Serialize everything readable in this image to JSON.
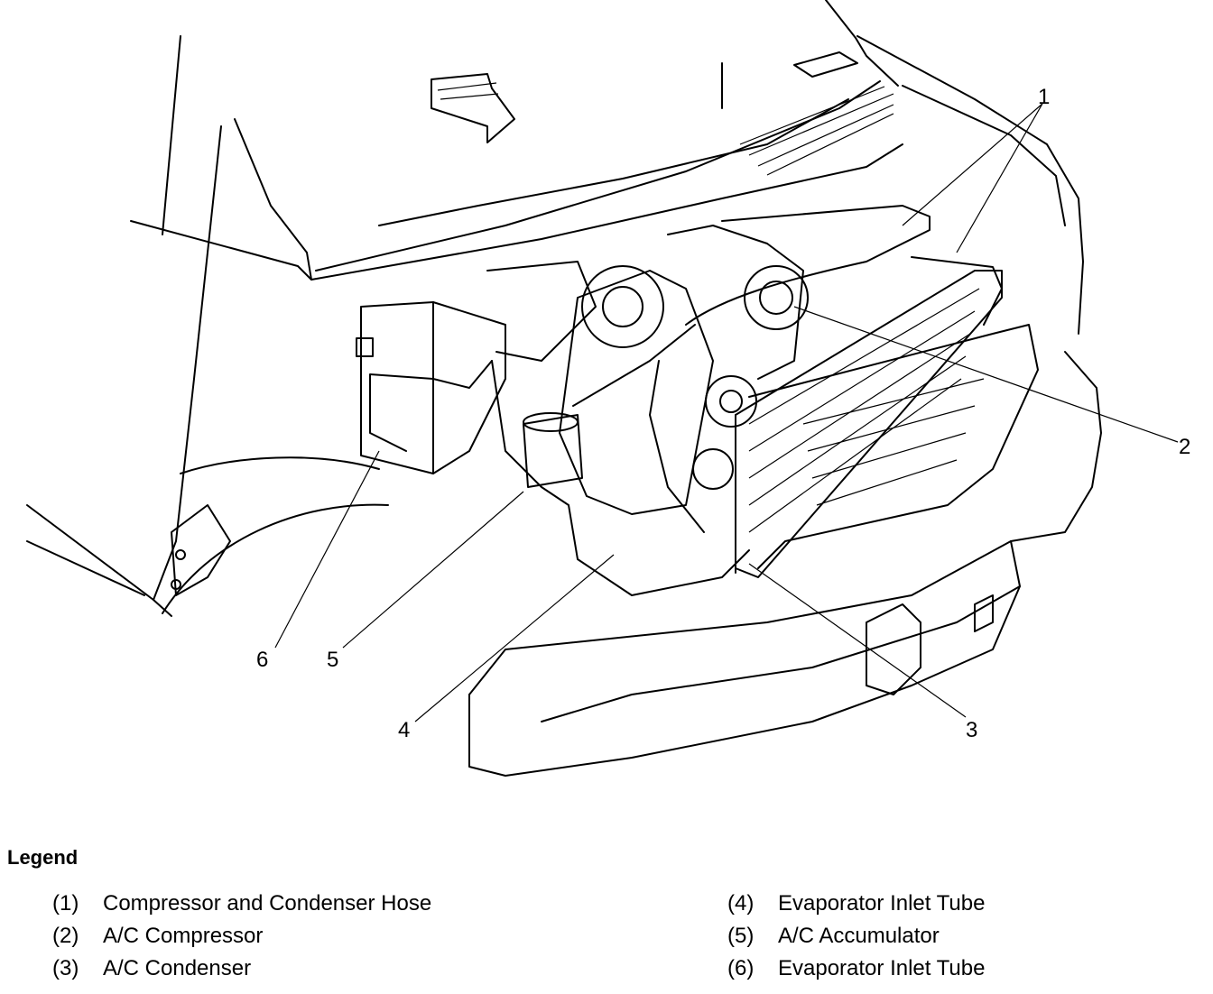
{
  "callouts": {
    "c1": "1",
    "c2": "2",
    "c3": "3",
    "c4": "4",
    "c5": "5",
    "c6": "6"
  },
  "legend": {
    "title": "Legend",
    "items": [
      {
        "num": "(1)",
        "label": "Compressor and Condenser Hose"
      },
      {
        "num": "(2)",
        "label": "A/C Compressor"
      },
      {
        "num": "(3)",
        "label": "A/C Condenser"
      },
      {
        "num": "(4)",
        "label": "Evaporator Inlet Tube"
      },
      {
        "num": "(5)",
        "label": "A/C Accumulator"
      },
      {
        "num": "(6)",
        "label": "Evaporator Inlet Tube"
      }
    ]
  }
}
